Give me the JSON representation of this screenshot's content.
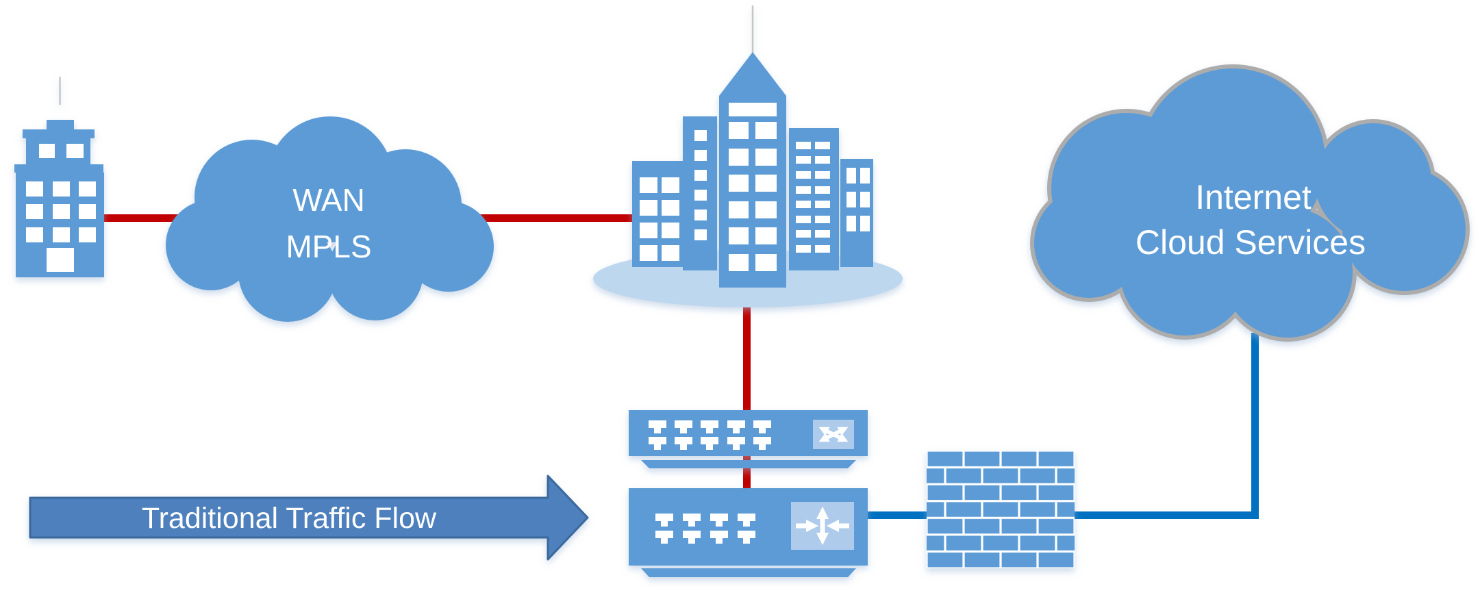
{
  "labels": {
    "wan_cloud": {
      "line1": "WAN",
      "line2": "MPLS"
    },
    "internet_cloud": {
      "line1": "Internet",
      "line2": "Cloud Services"
    },
    "flow_arrow": "Traditional Traffic Flow"
  },
  "nodes": [
    {
      "name": "branch-office-building",
      "icon": "office-building-icon"
    },
    {
      "name": "wan-mpls-cloud",
      "icon": "cloud-icon",
      "label": "WAN MPLS"
    },
    {
      "name": "campus-buildings",
      "icon": "city-buildings-icon"
    },
    {
      "name": "lan-switch",
      "icon": "switch-crossed-arrows-icon"
    },
    {
      "name": "router",
      "icon": "router-arrows-icon"
    },
    {
      "name": "firewall",
      "icon": "brick-wall-icon"
    },
    {
      "name": "internet-cloud",
      "icon": "cloud-icon",
      "label": "Internet Cloud Services"
    }
  ],
  "connections": [
    {
      "from": "branch-office-building",
      "to": "wan-mpls-cloud",
      "type": "wan-mpls-link",
      "color": "#C00000"
    },
    {
      "from": "wan-mpls-cloud",
      "to": "campus-buildings",
      "type": "wan-mpls-link",
      "color": "#C00000"
    },
    {
      "from": "campus-buildings",
      "to": "router",
      "via": "lan-switch",
      "type": "wan-mpls-link",
      "color": "#C00000"
    },
    {
      "from": "router",
      "to": "firewall",
      "type": "internet-link",
      "color": "#0070C0"
    },
    {
      "from": "firewall",
      "to": "internet-cloud",
      "type": "internet-link",
      "color": "#0070C0"
    }
  ],
  "colors": {
    "shape_blue": "#5B9BD5",
    "pale_blue": "#BDD7EE",
    "panel_blue": "#AECBEB",
    "red_link": "#C00000",
    "blue_link": "#0070C0",
    "arrow_fill": "#4E80BC",
    "arrow_border": "#3A679C",
    "cloud_outline": "#ACACAC",
    "text": "#FFFFFF"
  }
}
